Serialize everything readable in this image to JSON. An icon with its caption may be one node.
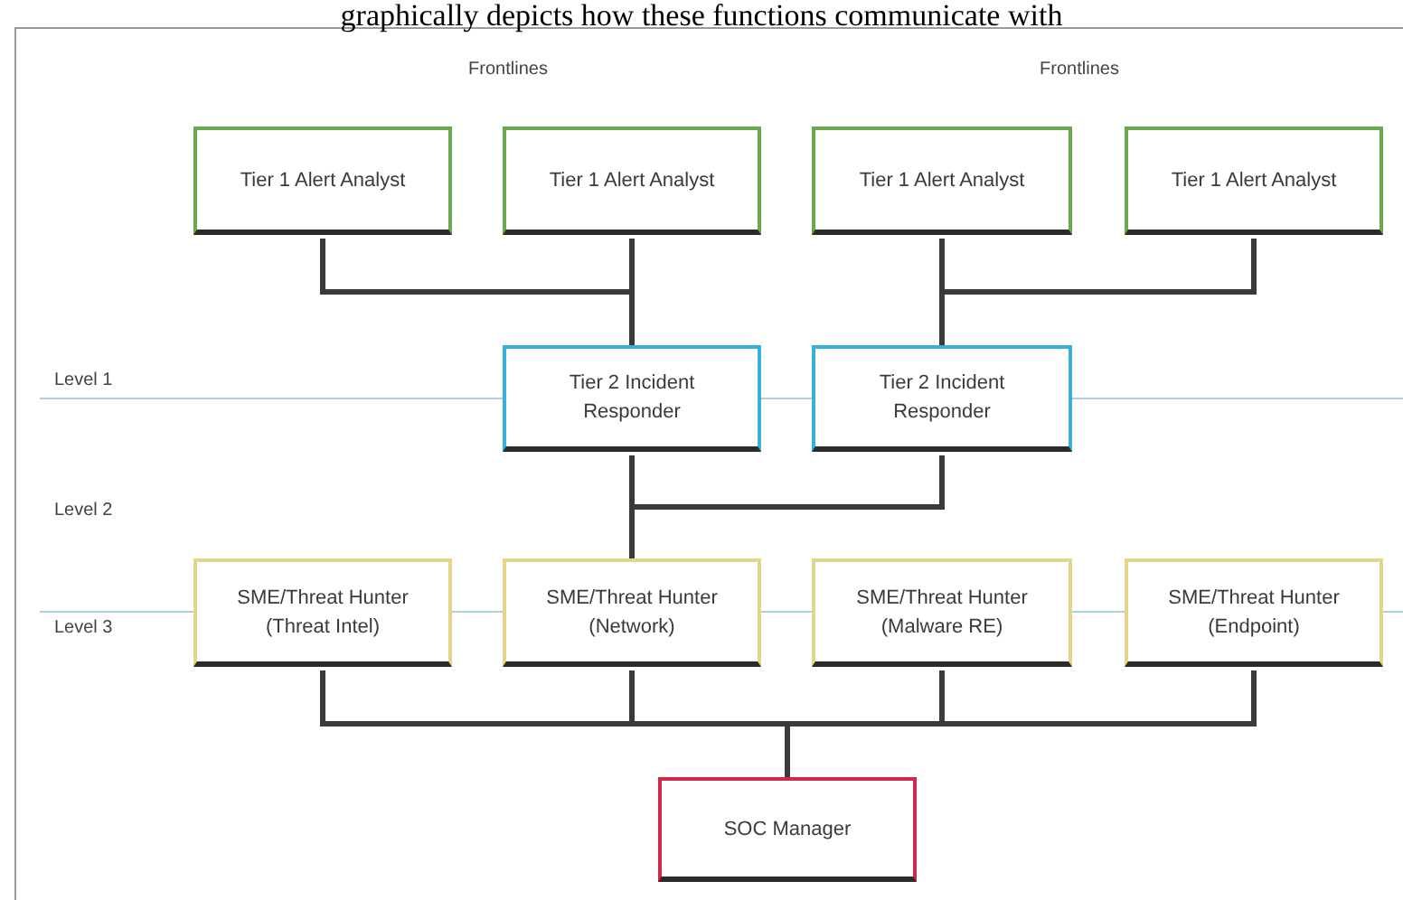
{
  "diagram": {
    "nodes": [
      {
        "text": [
          "Tier 1 Alert Analyst"
        ]
      },
      {
        "text": [
          "Tier 1 Alert Analyst"
        ]
      },
      {
        "text": [
          "Tier 1 Alert Analyst"
        ]
      },
      {
        "text": [
          "Tier 1 Alert Analyst"
        ]
      },
      {
        "text": [
          "Tier 2 Incident Responder"
        ]
      },
      {
        "text": [
          "Tier 2 Incident Responder"
        ]
      },
      {
        "text": [
          "SME/Threat Hunter (Threat Intel)"
        ]
      },
      {
        "text": [
          "SME/Threat Hunter (Network)"
        ]
      },
      {
        "text": [
          "SME/Threat Hunter (Malware RE)"
        ]
      },
      {
        "text": [
          "SME/Threat Hunter (Endpoint)"
        ]
      },
      {
        "text": [
          "SOC Manager"
        ]
      }
    ],
    "edges": [
      {
        "from": 0,
        "to": 4,
        "arrow": "none"
      },
      {
        "from": 1,
        "to": 4,
        "arrow": "none"
      },
      {
        "from": 2,
        "to": 5,
        "arrow": "none"
      },
      {
        "from": 3,
        "to": 5,
        "arrow": "none"
      },
      {
        "from": 4,
        "to": 7,
        "arrow": "none"
      },
      {
        "from": 5,
        "to": 7,
        "arrow": "none"
      },
      {
        "from": 6,
        "to": 10,
        "arrow": "none"
      },
      {
        "from": 7,
        "to": 10,
        "arrow": "none"
      },
      {
        "from": 8,
        "to": 10,
        "arrow": "none"
      },
      {
        "from": 9,
        "to": 10,
        "arrow": "none"
      }
    ],
    "labels": [
      "graphically depicts how these functions communicate with",
      "Frontlines",
      "Frontlines",
      "Level 1",
      "Level 2",
      "Level 3"
    ]
  }
}
